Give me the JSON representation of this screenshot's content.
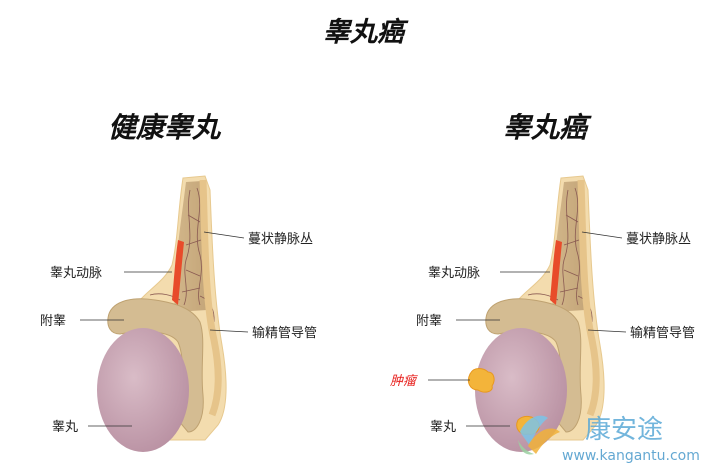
{
  "title": "睾丸癌",
  "panels": [
    {
      "title": "健康睾丸",
      "labels": {
        "plexus": "蔓状静脉丛",
        "artery": "睾丸动脉",
        "epididymis": "附睾",
        "vas": "输精管导管",
        "testis": "睾丸"
      }
    },
    {
      "title": "睾丸癌",
      "labels": {
        "plexus": "蔓状静脉丛",
        "artery": "睾丸动脉",
        "epididymis": "附睾",
        "vas": "输精管导管",
        "tumor": "肿瘤",
        "testis": "睾丸"
      }
    }
  ],
  "watermark": {
    "cn": "康安途",
    "url": "www.kangantu.com"
  },
  "colors": {
    "testis": "#c9a6b4",
    "epididymis": "#d4bc92",
    "outer": "#f3dcae",
    "artery": "#e84b2a",
    "tumor": "#f3b43a"
  }
}
